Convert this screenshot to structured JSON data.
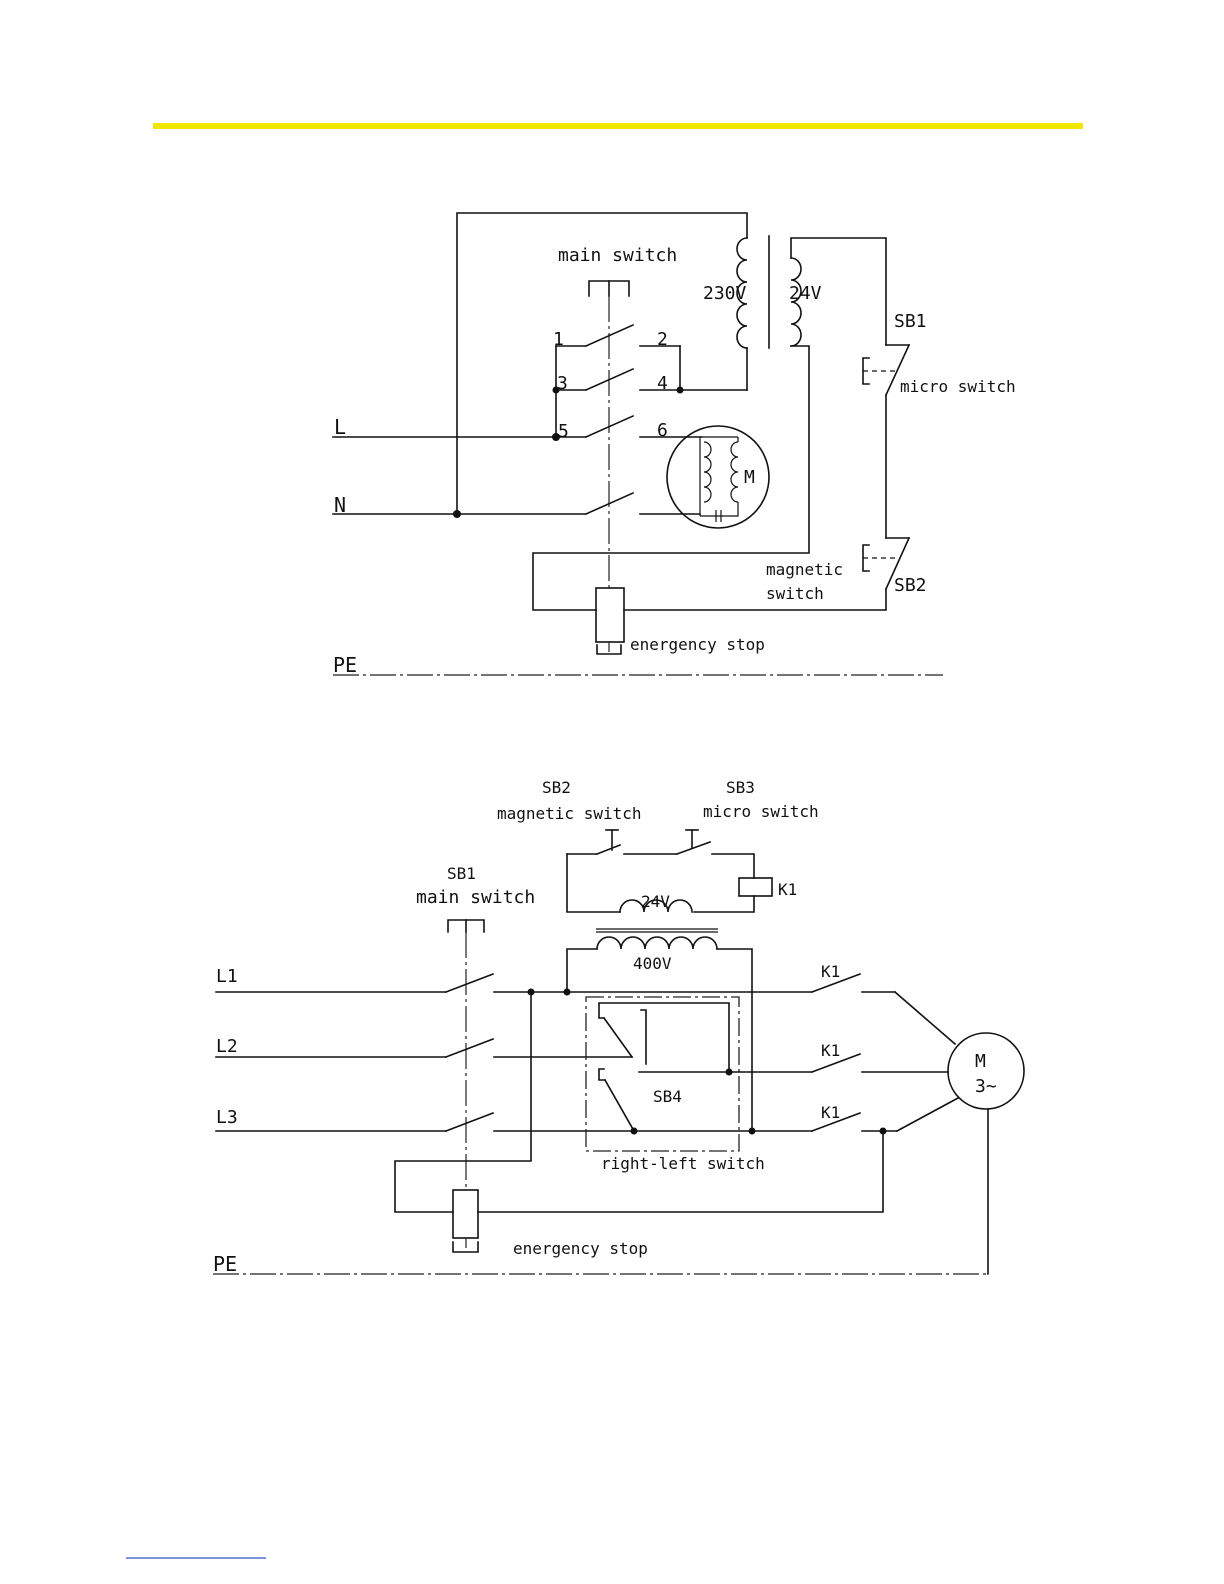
{
  "header": {
    "rule_color": "#f2e600"
  },
  "footer": {
    "link_color": "#2a56c6"
  },
  "diagram1": {
    "main_switch": "main switch",
    "t1": "1",
    "t2": "2",
    "t3": "3",
    "t4": "4",
    "t5": "5",
    "t6": "6",
    "v230": "230V",
    "v24": "24V",
    "sb1": "SB1",
    "micro_switch": "micro switch",
    "sb2": "SB2",
    "magnetic": "magnetic",
    "switch": "switch",
    "estop": "energency stop",
    "L": "L",
    "N": "N",
    "PE": "PE",
    "motor": "M"
  },
  "diagram2": {
    "sb2": "SB2",
    "magnetic_switch": "magnetic switch",
    "sb3": "SB3",
    "micro_switch": "micro switch",
    "sb1": "SB1",
    "main_switch": "main switch",
    "k1_coil": "K1",
    "v24": "24V",
    "v400": "400V",
    "L1": "L1",
    "L2": "L2",
    "L3": "L3",
    "k1_a": "K1",
    "k1_b": "K1",
    "k1_c": "K1",
    "sb4": "SB4",
    "right_left": "right-left switch",
    "estop": "energency stop",
    "PE": "PE",
    "motor_m": "M",
    "motor_phase": "3~"
  }
}
